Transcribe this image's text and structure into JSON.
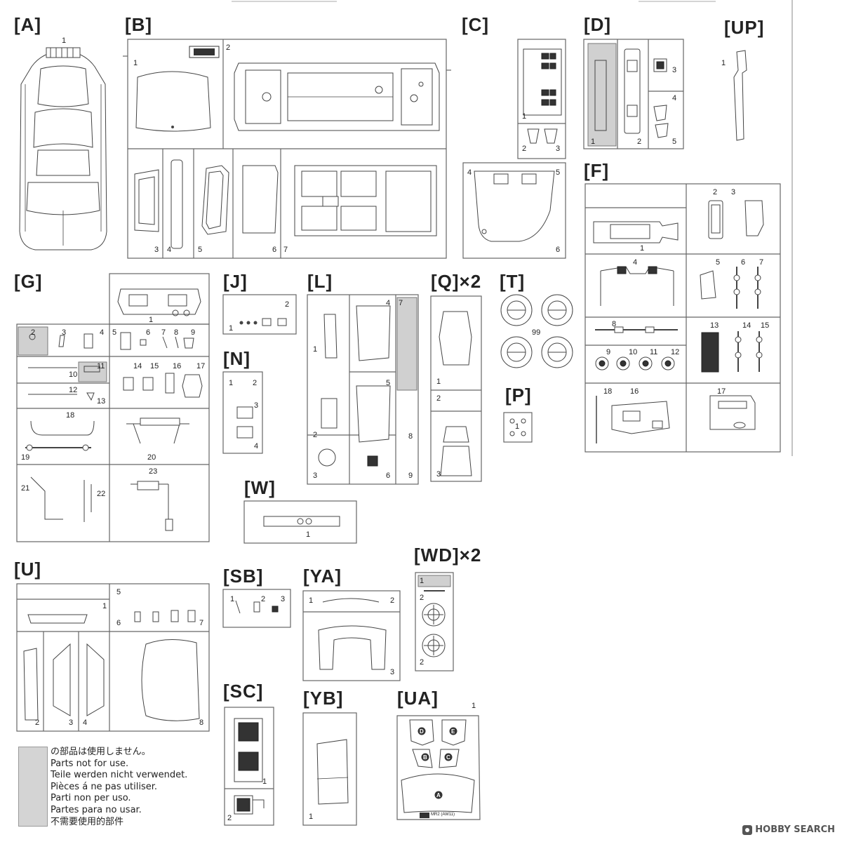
{
  "sprues": {
    "A": {
      "label": "[A]",
      "nums": [
        "1"
      ]
    },
    "B": {
      "label": "[B]",
      "nums": [
        "1",
        "2",
        "3",
        "4",
        "5",
        "6",
        "7"
      ]
    },
    "C": {
      "label": "[C]",
      "nums": [
        "1",
        "2",
        "3",
        "4",
        "5",
        "6"
      ]
    },
    "D": {
      "label": "[D]",
      "nums": [
        "1",
        "2",
        "3",
        "4",
        "5"
      ]
    },
    "UP": {
      "label": "[UP]",
      "nums": [
        "1"
      ]
    },
    "F": {
      "label": "[F]",
      "nums": [
        "1",
        "2",
        "3",
        "4",
        "5",
        "6",
        "7",
        "8",
        "9",
        "10",
        "11",
        "12",
        "13",
        "14",
        "15",
        "16",
        "17",
        "18"
      ]
    },
    "G": {
      "label": "[G]",
      "nums": [
        "1",
        "2",
        "3",
        "4",
        "5",
        "6",
        "7",
        "8",
        "9",
        "10",
        "11",
        "12",
        "13",
        "14",
        "15",
        "16",
        "17",
        "18",
        "19",
        "20",
        "21",
        "22",
        "23"
      ]
    },
    "J": {
      "label": "[J]",
      "nums": [
        "1",
        "2"
      ]
    },
    "N": {
      "label": "[N]",
      "nums": [
        "1",
        "2",
        "3",
        "4"
      ]
    },
    "L": {
      "label": "[L]",
      "nums": [
        "1",
        "2",
        "3",
        "4",
        "5",
        "6",
        "7",
        "8",
        "9"
      ]
    },
    "Q": {
      "label": "[Q]",
      "multiplier": "×2",
      "nums": [
        "1",
        "2",
        "3"
      ]
    },
    "T": {
      "label": "[T]",
      "nums": [
        "99"
      ]
    },
    "P": {
      "label": "[P]",
      "nums": [
        "1"
      ]
    },
    "W": {
      "label": "[W]",
      "nums": [
        "1"
      ]
    },
    "U": {
      "label": "[U]",
      "nums": [
        "1",
        "2",
        "3",
        "4",
        "5",
        "6",
        "7",
        "8"
      ]
    },
    "SB": {
      "label": "[SB]",
      "nums": [
        "1",
        "2",
        "3"
      ]
    },
    "YA": {
      "label": "[YA]",
      "nums": [
        "1",
        "2",
        "3"
      ]
    },
    "WD": {
      "label": "[WD]",
      "multiplier": "×2",
      "nums": [
        "1",
        "2",
        "2"
      ]
    },
    "SC": {
      "label": "[SC]",
      "nums": [
        "1",
        "2"
      ]
    },
    "YB": {
      "label": "[YB]",
      "nums": [
        "1"
      ]
    },
    "UA": {
      "label": "[UA]",
      "nums": [
        "1"
      ],
      "decals": [
        "D",
        "E",
        "B",
        "C",
        "A"
      ],
      "caption": "MR2 (AW11)"
    }
  },
  "legend": {
    "swatch_color": "#d4d4d4",
    "lines": [
      "の部品は使用しません。",
      "Parts not for use.",
      "Teile werden nicht verwendet.",
      "Pièces á ne pas utiliser.",
      "Parti non per uso.",
      "Partes para no usar.",
      "不需要使用的部件"
    ]
  },
  "watermark": "HOBBY SEARCH"
}
